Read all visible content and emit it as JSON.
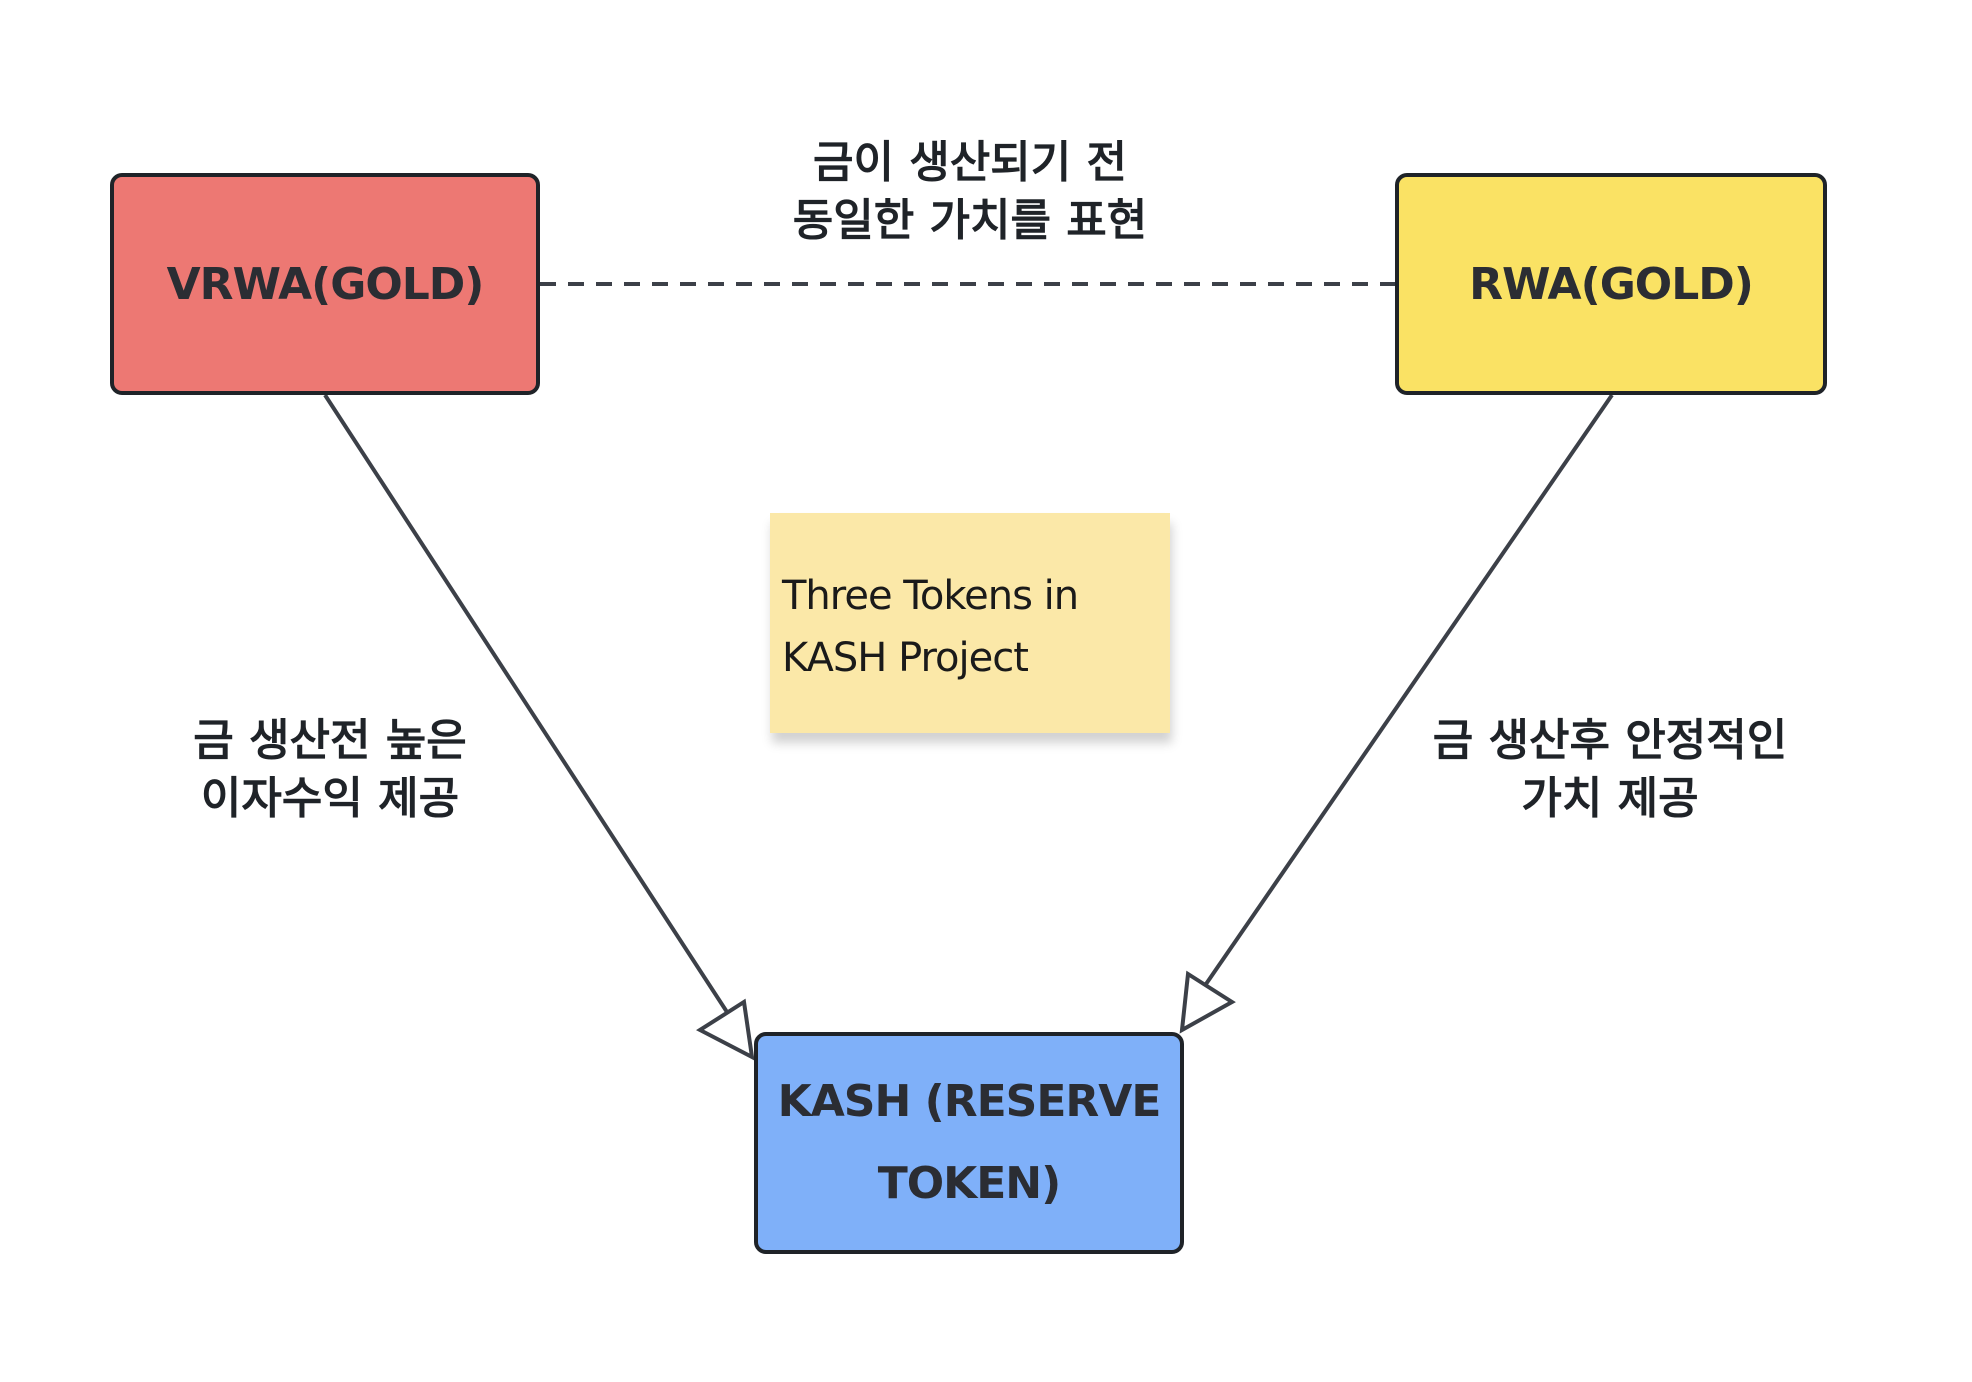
{
  "nodes": {
    "vrwa": {
      "label": "VRWA(GOLD)",
      "color": "#ed7873"
    },
    "rwa": {
      "label": "RWA(GOLD)",
      "color": "#fae264"
    },
    "kash": {
      "label": "KASH (RESERVE TOKEN)",
      "color": "#7fb0f9"
    }
  },
  "edges": {
    "vrwa_rwa": {
      "label": "금이 생산되기 전\n동일한 가치를 표현",
      "style": "dashed"
    },
    "vrwa_kash": {
      "label": "금 생산전 높은\n이자수익 제공",
      "style": "arrow"
    },
    "rwa_kash": {
      "label": "금 생산후 안정적인\n가치 제공",
      "style": "arrow"
    }
  },
  "sticky_note": {
    "text": "Three Tokens in\nKASH Project",
    "color": "#fbe8a8"
  },
  "colors": {
    "stroke": "#3c4048",
    "text": "#1f2328"
  }
}
